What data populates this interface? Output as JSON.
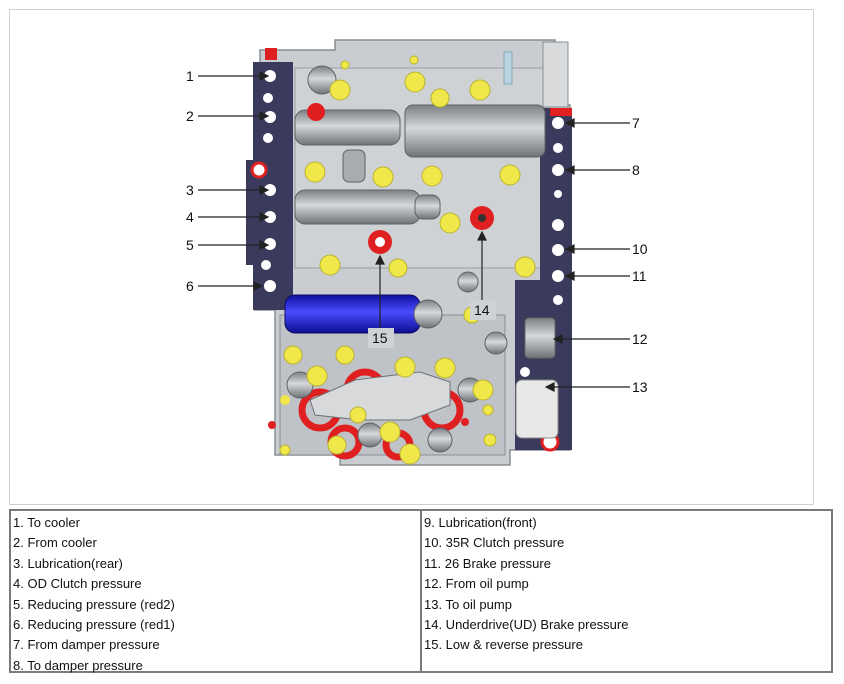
{
  "callouts": [
    {
      "num": "1"
    },
    {
      "num": "2"
    },
    {
      "num": "3"
    },
    {
      "num": "4"
    },
    {
      "num": "5"
    },
    {
      "num": "6"
    },
    {
      "num": "7"
    },
    {
      "num": "8"
    },
    {
      "num": "10"
    },
    {
      "num": "11"
    },
    {
      "num": "12"
    },
    {
      "num": "13"
    },
    {
      "num": "14"
    },
    {
      "num": "15"
    }
  ],
  "legend": {
    "left": [
      "1. To cooler",
      "2. From cooler",
      "3. Lubrication(rear)",
      "4. OD Clutch pressure",
      "5. Reducing pressure (red2)",
      "6. Reducing pressure (red1)",
      "7. From damper pressure",
      "8. To damper pressure"
    ],
    "right": [
      "9. Lubrication(front)",
      "10. 35R Clutch pressure",
      "11. 26 Brake pressure",
      "12. From oil pump",
      "13. To oil pump",
      "14. Underdrive(UD) Brake pressure",
      "15. Low & reverse pressure"
    ]
  },
  "colors": {
    "gasket": "#3a3a5c",
    "body": "#c9ccd0",
    "plug": "#f0e84a",
    "port_red": "#e02020",
    "solenoid_blue": "#2020c8"
  }
}
